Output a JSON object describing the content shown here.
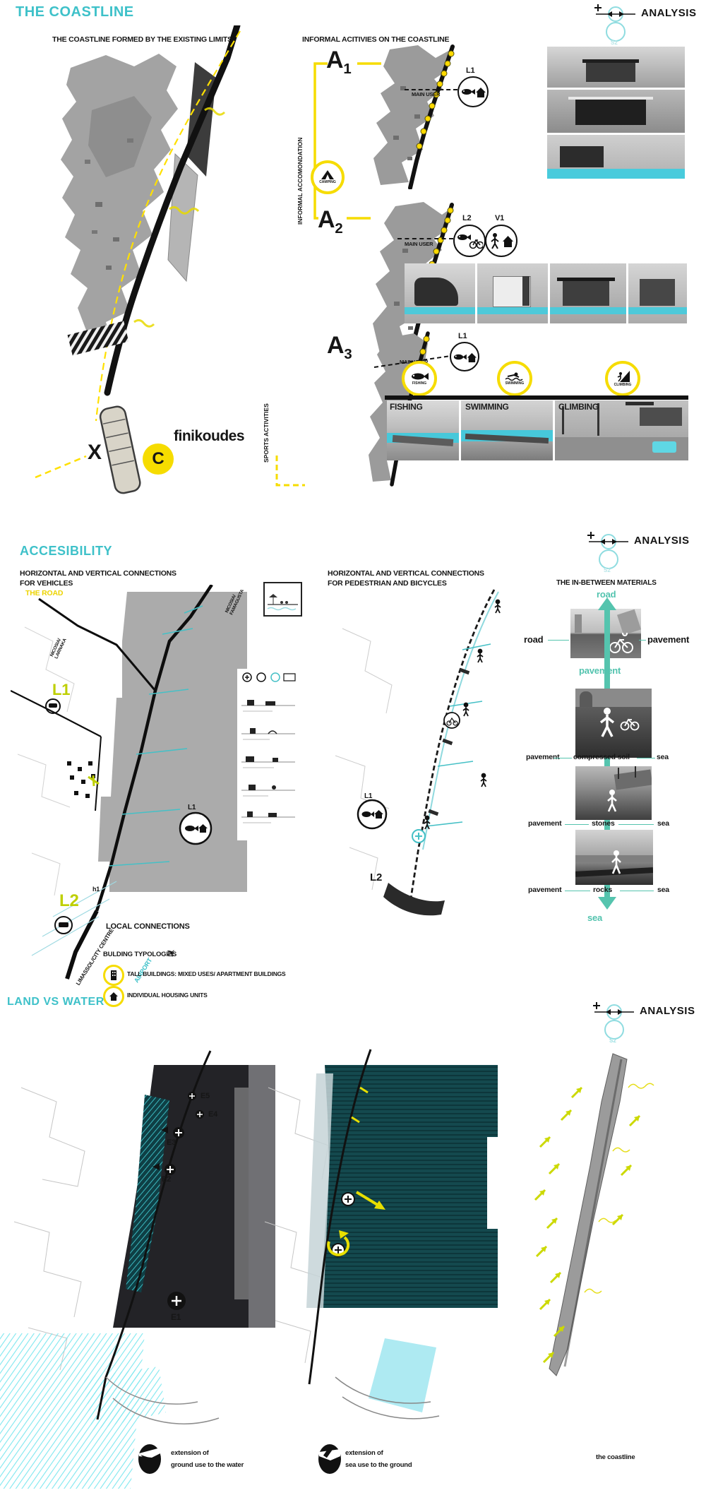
{
  "analysis": {
    "label": "ANALYSIS",
    "sub": "S2"
  },
  "colors": {
    "teal_heading": "#3ec1c9",
    "mint_arrow": "#55c4ae",
    "yellow": "#f6dc00",
    "lime": "#becf00",
    "cyan": "#8deef5",
    "dark_sea": "#232327",
    "teal_sea": "#14494e"
  },
  "icons": {
    "tent": "tent-icon",
    "fish": "fish-icon",
    "house": "house-icon",
    "bicycle": "bicycle-icon",
    "person": "person-icon",
    "swimmer": "swimmer-icon",
    "climber": "climber-icon",
    "building": "building-icon",
    "airplane": "airplane-icon",
    "map_pin": "map-pin-icon",
    "plus_marker": "plus-marker-icon"
  },
  "coastline": {
    "title": "THE COASTLINE",
    "subtitle": "THE COASTLINE FORMED BY THE EXISTING LIMITS",
    "informal_header": "INFORMAL ACITIVIES ON THE COASTLINE",
    "vertical_accommodation": "INFORMAL ACCOMONDATION",
    "vertical_sports": "SPORTS ACTIVITIES",
    "camping": "CAMPING",
    "finikoudes": "finikoudes",
    "marker_x": "X",
    "marker_c": "C",
    "main_user": "MAIN USER",
    "a1": {
      "prefix": "A",
      "sub": "1",
      "circle": "L1"
    },
    "a2": {
      "prefix": "A",
      "sub": "2",
      "circle1": "L2",
      "circle2": "V1"
    },
    "a3": {
      "prefix": "A",
      "sub": "3",
      "circle": "L1"
    },
    "activities": [
      "FISHING",
      "SWIMMING",
      "CLIMBING"
    ]
  },
  "accessibility": {
    "title": "ACCESIBILITY",
    "vehicles_header_line1": "HORIZONTAL AND VERTICAL CONNECTIONS",
    "vehicles_header_line2": "FOR VEHICLES",
    "vehicles_sub": "THE ROAD",
    "pedestrian_header_line1": "HORIZONTAL AND VERTICAL CONNECTIONS",
    "pedestrian_header_line2": "FOR PEDESTRIAN AND BICYCLES",
    "materials_header": "THE IN-BETWEEN MATERIALS",
    "road": "road",
    "pavement": "pavement",
    "sea": "sea",
    "material_rows": [
      {
        "left": "road",
        "center": "",
        "right": "pavement"
      },
      {
        "left": "pavement",
        "center": "compressed soil",
        "right": "sea"
      },
      {
        "left": "pavement",
        "center": "stones",
        "right": "sea"
      },
      {
        "left": "pavement",
        "center": "rocks",
        "right": "sea"
      }
    ],
    "l1": "L1",
    "l2": "L2",
    "h1": "h1",
    "l1_circle": "L1",
    "l1_mid": "L1",
    "l2_mid": "L2",
    "road_top_line1": "NICOSIA/",
    "road_top_line2": "FAMAGUSTA",
    "road_left_line1": "NICOSIA/",
    "road_left_line2": "LARNAKA",
    "limassol": "LIMASSOL/CITY CENTRE",
    "airport": "AIRPORT",
    "local_connections": "LOCAL CONNECTIONS",
    "typologies_header": "BULDING TYPOLOGIES",
    "typology_tall": "TALL BUILDINGS: MIXED USES/ APARTMENT BUILDINGS",
    "typology_individual": "INDIVIDUAL HOUSING UNITS"
  },
  "landwater": {
    "title": "LAND VS WATER",
    "e1": "E1",
    "e2": "E2",
    "e3": "E3",
    "e4": "E4",
    "e5": "E5",
    "caption_ground_line1": "extension of",
    "caption_ground_line2": "ground use to the water",
    "caption_sea_line1": "extension of",
    "caption_sea_line2": "sea use to the ground",
    "coastline_caption": "the coastline"
  }
}
